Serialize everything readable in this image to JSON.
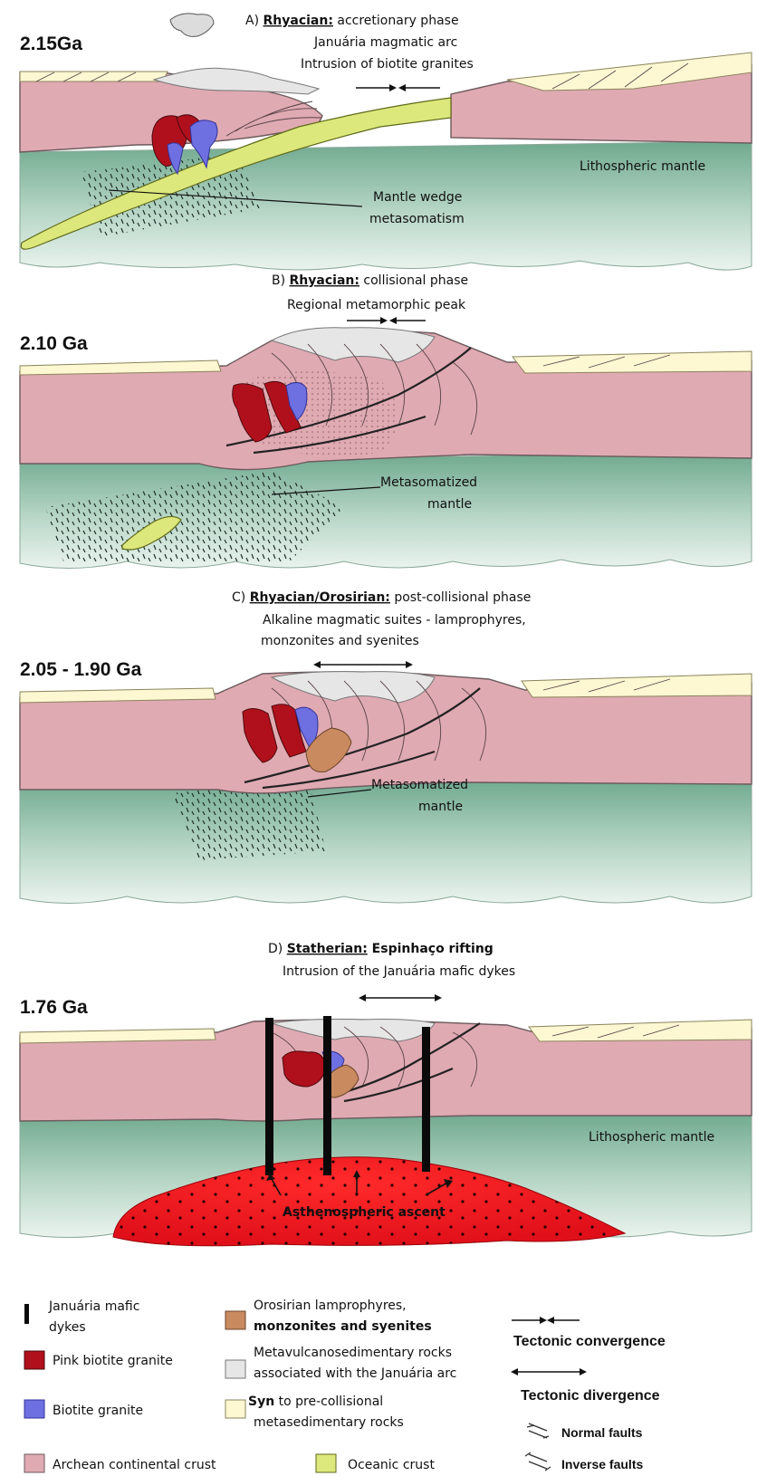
{
  "panels": [
    {
      "age": "2.15Ga",
      "prefix": "A) ",
      "period": "Rhyacian:",
      "phase": " accretionary phase",
      "lines": [
        "Januária magmatic arc",
        "Intrusion of biotite granites"
      ],
      "labels": {
        "mantle": "Lithospheric mantle",
        "wedge1": "Mantle wedge",
        "wedge2": "metasomatism"
      }
    },
    {
      "age": "2.10 Ga",
      "prefix": "B) ",
      "period": "Rhyacian:",
      "phase": " collisional phase",
      "lines": [
        "Regional metamorphic peak"
      ],
      "labels": {
        "meta1": "Metasomatized",
        "meta2": "mantle"
      }
    },
    {
      "age": "2.05 - 1.90 Ga",
      "prefix": "C) ",
      "period": "Rhyacian/Orosirian:",
      "phase": " post-collisional phase",
      "lines": [
        "Alkaline magmatic suites - lamprophyres,",
        "monzonites and syenites"
      ],
      "labels": {
        "meta1": "Metasomatized",
        "meta2": "mantle"
      }
    },
    {
      "age": "1.76 Ga",
      "prefix": "D) ",
      "period": "Statherian:",
      "phase": " Espinhaço rifting",
      "lines": [
        "Intrusion of the Januária mafic dykes"
      ],
      "labels": {
        "mantle": "Lithospheric mantle",
        "asth": "Asthenospheric ascent"
      }
    }
  ],
  "legend": {
    "dykes1": "Januária mafic",
    "dykes2": "dykes",
    "pink": "Pink biotite granite",
    "biotite": "Biotite granite",
    "archean": "Archean continental crust",
    "oro1": "Orosirian lamprophyres,",
    "oro2": "monzonites and syenites",
    "meta1": "Metavulcanosedimentary rocks",
    "meta2": "associated with the Januária arc",
    "syn1_bold": "Syn",
    "syn1_rest": " to pre-collisional",
    "syn2": "metasedimentary rocks",
    "oceanic": "Oceanic crust",
    "convergence": "Tectonic convergence",
    "divergence": "Tectonic divergence",
    "normal": "Normal faults",
    "inverse": "Inverse faults"
  },
  "colors": {
    "crust": "#e0aab2",
    "mantle": "#7fb39a",
    "pink_granite": "#b0101c",
    "biotite_granite": "#6e6fe0",
    "orosirian": "#c98a60",
    "metavolcanic": "#e6e6e6",
    "metasedimentary": "#fdf7d2",
    "oceanic": "#dde87c",
    "asthenosphere": "#e8101a"
  }
}
